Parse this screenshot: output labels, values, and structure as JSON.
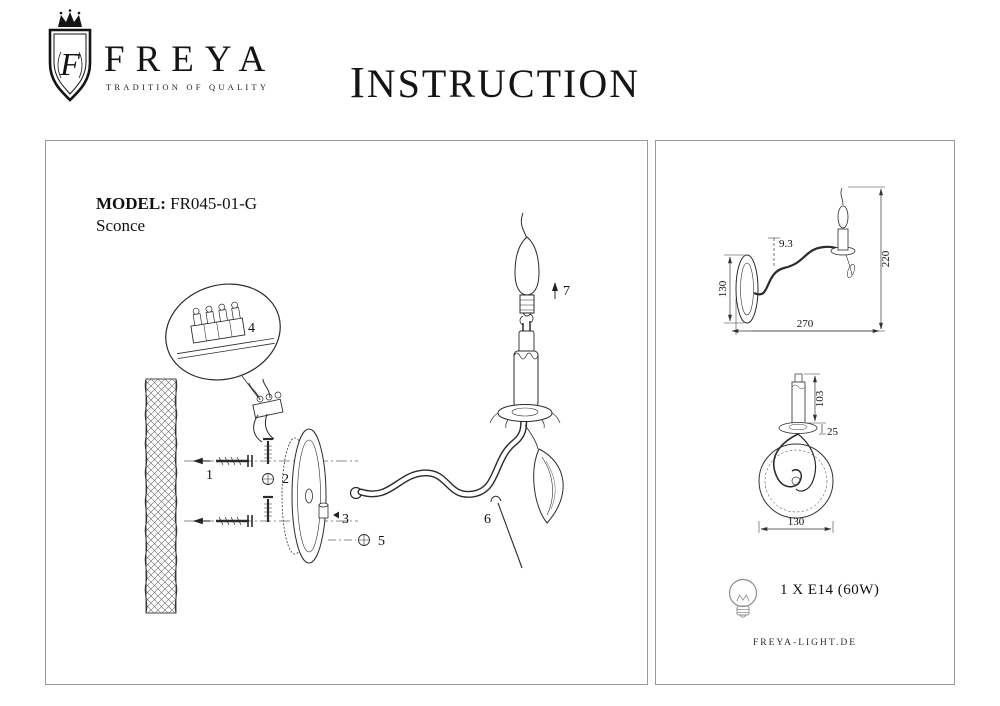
{
  "header": {
    "brand": "FREYA",
    "tagline": "TRADITION OF QUALITY",
    "title": "INSTRUCTION"
  },
  "logo": {
    "monogram": "F"
  },
  "model": {
    "label": "MODEL:",
    "value": "FR045-01-G",
    "type": "Sconce"
  },
  "diagram": {
    "part_labels": [
      "1",
      "2",
      "3",
      "4",
      "5",
      "6",
      "7"
    ]
  },
  "dimensions": {
    "side_view": {
      "plate_height": "130",
      "arm_offset": "9.3",
      "height": "220",
      "width": "270"
    },
    "front_view": {
      "candle_height": "103",
      "cup_height": "25",
      "plate_width": "130"
    }
  },
  "spec": {
    "bulb": "1 X E14 (60W)"
  },
  "footer": {
    "website": "FREYA-LIGHT.DE"
  }
}
